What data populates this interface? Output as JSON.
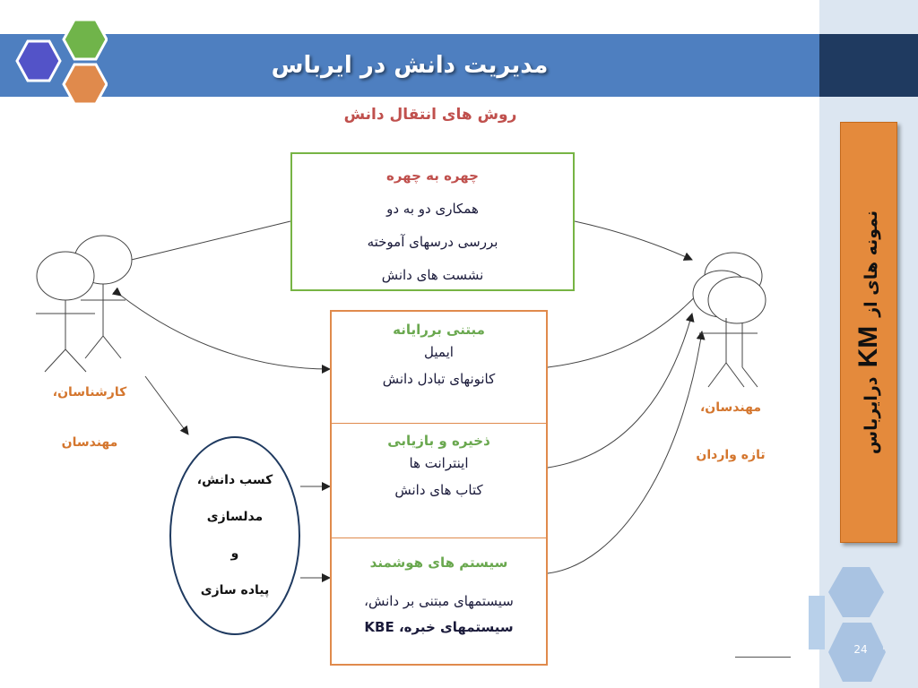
{
  "header": {
    "title": "مدیریت دانش در ایرباس"
  },
  "subtitle": "روش های انتقال دانش",
  "face_to_face": {
    "heading": "چهره به چهره",
    "items": [
      "همکاری دو به دو",
      "بررسی درسهای آموخته",
      "نشست های دانش"
    ]
  },
  "knowledge_sections": [
    {
      "heading": "مبتنی بررایانه",
      "items": [
        "ایمیل",
        "کانونهای تبادل دانش"
      ]
    },
    {
      "heading": "ذخیره و بازیابی",
      "items": [
        "اینترانت ها",
        "کتاب های دانش"
      ]
    },
    {
      "heading": "سیستم های هوشمند",
      "items": [
        "سیستمهای مبتنی بر دانش،",
        "سیستمهای خبره، KBE"
      ]
    }
  ],
  "oval": {
    "lines": [
      "کسب دانش،",
      "مدلسازی",
      "و",
      "پیاده سازی"
    ]
  },
  "left_people": {
    "line1": "کارشناسان،",
    "line2": "مهندسان"
  },
  "right_people": {
    "line1": "مهندسان،",
    "line2": "تازه واردان"
  },
  "side_banner": {
    "prefix": "نمونه های از",
    "km": "KM",
    "suffix": "درایرباس"
  },
  "page_number": "24",
  "colors": {
    "title_band": "#4e7fc0",
    "accent_orange": "#e48a3c",
    "accent_green": "#77b444",
    "heading_red": "#c0504d"
  }
}
